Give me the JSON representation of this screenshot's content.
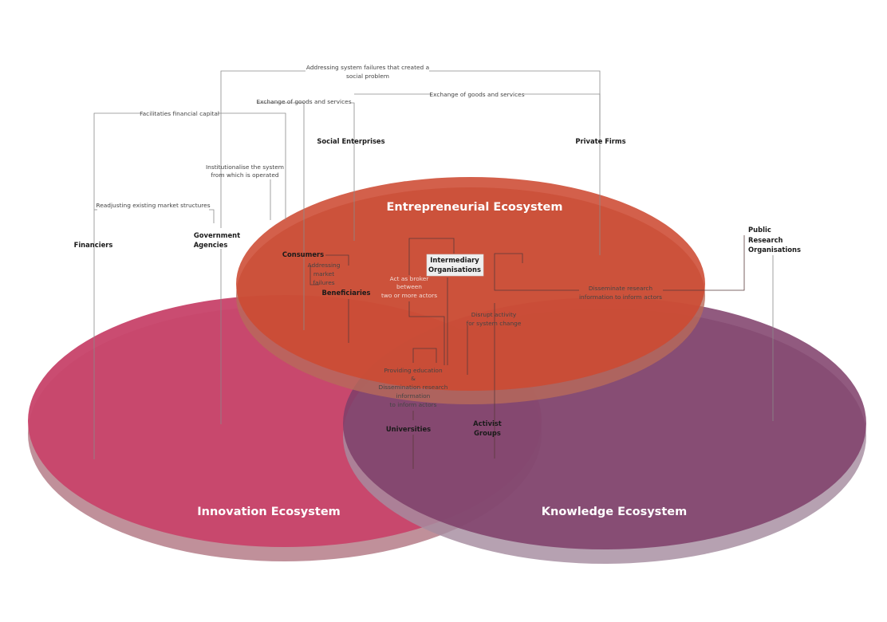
{
  "ecosystems": {
    "entrepreneurial": {
      "title": "Entrepreneurial Ecosystem",
      "color": "#cd4a32"
    },
    "innovation": {
      "title": "Innovation Ecosystem",
      "color": "#c8456b"
    },
    "knowledge": {
      "title": "Knowledge Ecosystem",
      "color": "#7f3f6a"
    }
  },
  "actors": {
    "social_enterprises": "Social Enterprises",
    "private_firms": "Private Firms",
    "financiers": "Financiers",
    "government_agencies": [
      "Government",
      "Agencies"
    ],
    "public_research": [
      "Public",
      "Research",
      "Organisations"
    ],
    "consumers": "Consumers",
    "beneficiaries": "Beneficiaries",
    "intermediary": [
      "Intermediary",
      "Organisations"
    ],
    "universities": "Universities",
    "activist_groups": [
      "Activist",
      "Groups"
    ]
  },
  "relations": {
    "system_failures": [
      "Addressing system failures that created a",
      "social problem"
    ],
    "exchange_left": "Exchange of goods and services",
    "exchange_right": "Exchange of goods and services",
    "financial_capital": "Facilitaties financial capital",
    "institutionalise": [
      "Institutionalise the system",
      "from which is operated"
    ],
    "readjusting": "Readjusting existing market structures",
    "addressing_market": [
      "Addressing",
      "market",
      "failures"
    ],
    "broker": [
      "Act as broker",
      "between",
      "two or more actors"
    ],
    "disseminate": [
      "Disseminate research",
      "information to inform actors"
    ],
    "disrupt": [
      "Disrupt activity",
      "for system change"
    ],
    "providing": [
      "Providing education",
      "&",
      "Dissemination research",
      "information",
      "to inform actors"
    ]
  }
}
